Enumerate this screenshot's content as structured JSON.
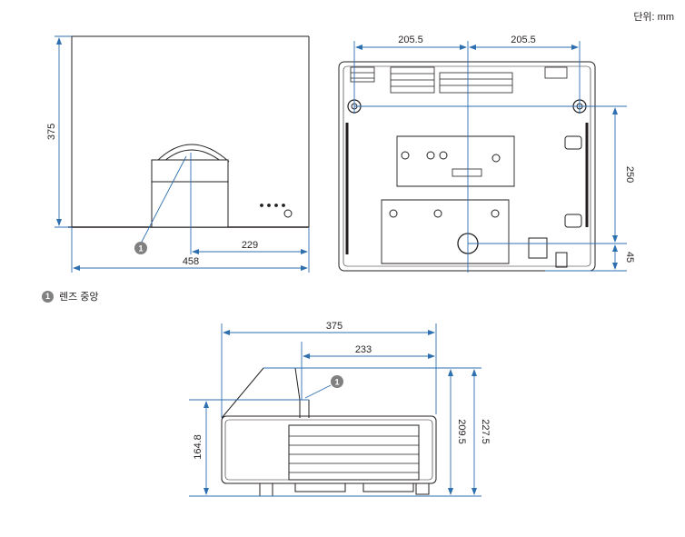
{
  "unit_label": "단위: mm",
  "callout_number": "1",
  "legend": {
    "number": "1",
    "text": "렌즈 중앙"
  },
  "front_view": {
    "height": "375",
    "lens_offset": "229",
    "width": "458"
  },
  "bottom_view": {
    "left_half": "205.5",
    "right_half": "205.5",
    "foot_spacing": "250",
    "foot_offset": "45"
  },
  "side_view": {
    "depth": "375",
    "lens_depth": "233",
    "lens_height": "164.8",
    "body_height": "209.5",
    "total_height": "227.5"
  },
  "colors": {
    "dimension_line": "#2e6fb0",
    "outline": "#231f20",
    "callout": "#808080"
  }
}
